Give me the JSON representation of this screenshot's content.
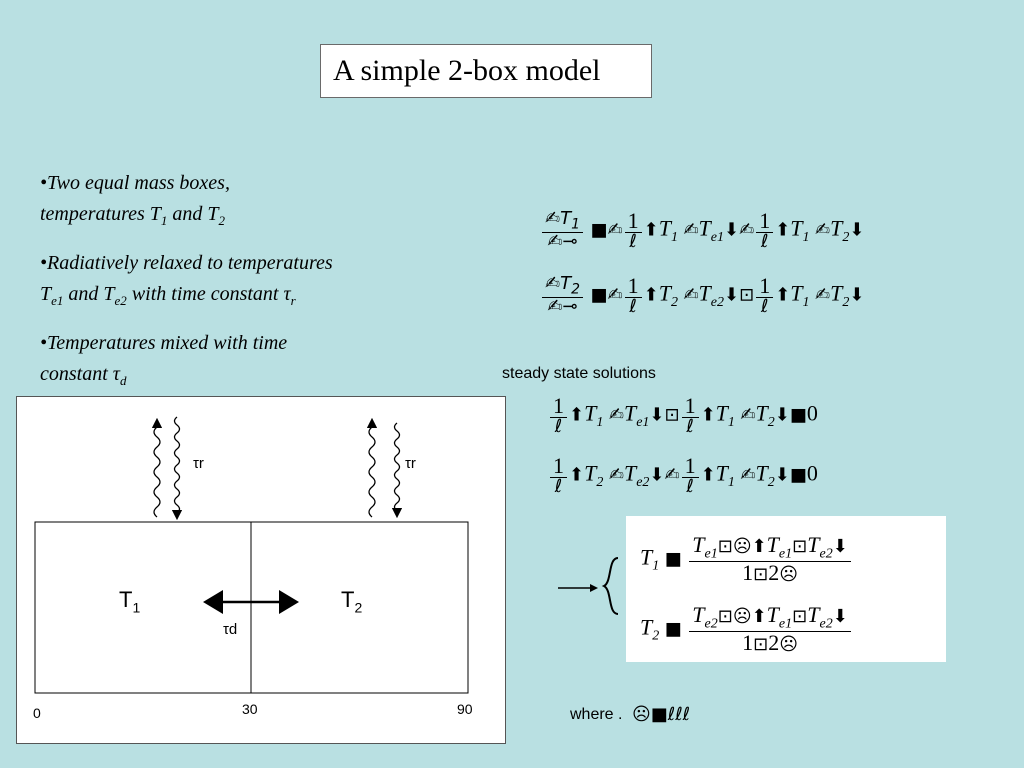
{
  "title": "A simple 2-box model",
  "bullets": {
    "b1_line1": "•Two equal mass boxes,",
    "b1_line2_pre": "temperatures T",
    "b1_sub1": "1",
    "b1_and": " and T",
    "b1_sub2": "2",
    "b2_line1": "•Radiatively relaxed to temperatures",
    "b2_t1": "T",
    "b2_sub1": "e1",
    "b2_and": " and T",
    "b2_sub2": "e2",
    "b2_rest": " with time constant τ",
    "b2_subr": "r",
    "b3_line1": "•Temperatures mixed with time",
    "b3_line2": "constant τ",
    "b3_subd": "d"
  },
  "equations": {
    "one": "1",
    "T": "T",
    "e1": "e1",
    "e2": "e2",
    "s1": "1",
    "s2": "2",
    "zero": "0",
    "two": "2"
  },
  "steady_label": "steady state solutions",
  "where_label": "where  .",
  "diagram": {
    "tau_r_left": "τr",
    "tau_r_right": "τr",
    "box1": "T",
    "box1_sub": "1",
    "box2": "T",
    "box2_sub": "2",
    "tau_d": "τd",
    "tick0": "0",
    "tick30": "30",
    "tick90": "90"
  },
  "colors": {
    "background": "#b9e0e2"
  }
}
